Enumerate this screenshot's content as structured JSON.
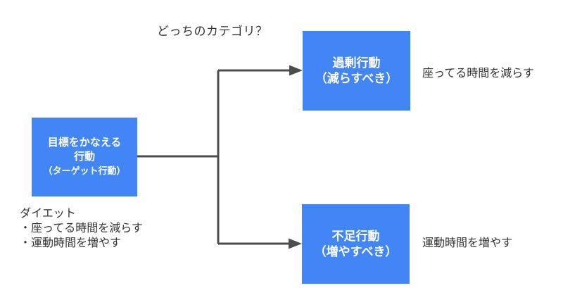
{
  "title": "どっちのカテゴリ？",
  "colors": {
    "box_fill": "#4285f4",
    "box_text": "#ffffff",
    "arrow": "#4d4d4d",
    "text": "#333333"
  },
  "target_box": {
    "line1": "目標をかなえる",
    "line2": "行動",
    "line3": "（ターゲット行動）"
  },
  "excess_box": {
    "line1": "過剰行動",
    "line2": "（減らすべき）"
  },
  "deficit_box": {
    "line1": "不足行動",
    "line2": "（増やすべき）"
  },
  "example": {
    "heading": "ダイエット",
    "item1": "・座ってる時間を減らす",
    "item2": "・運動時間を増やす"
  },
  "excess_note": "座ってる時間を減らす",
  "deficit_note": "運動時間を増やす"
}
